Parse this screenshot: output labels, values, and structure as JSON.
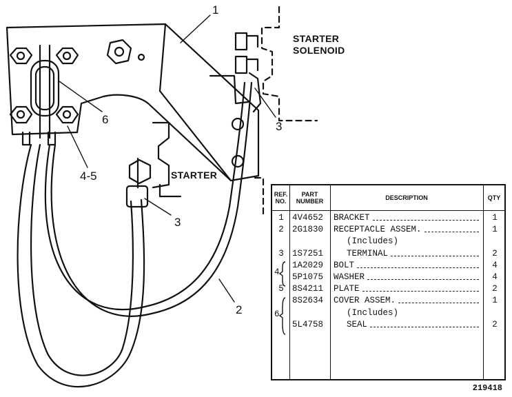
{
  "callouts": {
    "c1": "1",
    "c2": "2",
    "c3a": "3",
    "c3b": "3",
    "c45": "4-5",
    "c6": "6"
  },
  "components": {
    "starter_solenoid_line1": "STARTER",
    "starter_solenoid_line2": "SOLENOID",
    "starter": "STARTER"
  },
  "table": {
    "headers": {
      "ref_line1": "REF.",
      "ref_line2": "NO.",
      "part_line1": "PART",
      "part_line2": "NUMBER",
      "description": "DESCRIPTION",
      "qty": "QTY"
    },
    "rows": [
      {
        "ref": "1",
        "part": "4V4652",
        "desc": "BRACKET",
        "qty": "1",
        "indent": 0
      },
      {
        "ref": "2",
        "part": "2G1830",
        "desc": "RECEPTACLE ASSEM.",
        "qty": "1",
        "indent": 0
      },
      {
        "ref": "",
        "part": "",
        "desc": "(Includes)",
        "qty": "",
        "indent": 1
      },
      {
        "ref": "3",
        "part": "1S7251",
        "desc": "TERMINAL",
        "qty": "2",
        "indent": 1
      },
      {
        "ref": "",
        "part": "1A2029",
        "desc": "BOLT",
        "qty": "4",
        "indent": 0
      },
      {
        "ref": "",
        "part": "5P1075",
        "desc": "WASHER",
        "qty": "4",
        "indent": 0
      },
      {
        "ref": "5",
        "part": "8S4211",
        "desc": "PLATE",
        "qty": "2",
        "indent": 0
      },
      {
        "ref": "",
        "part": "8S2634",
        "desc": "COVER ASSEM.",
        "qty": "1",
        "indent": 0
      },
      {
        "ref": "",
        "part": "",
        "desc": "(Includes)",
        "qty": "",
        "indent": 1
      },
      {
        "ref": "",
        "part": "5L4758",
        "desc": "SEAL",
        "qty": "2",
        "indent": 1
      }
    ],
    "group_refs": {
      "bolt_washer": "4",
      "cover_seal": "6"
    }
  },
  "drawing_number": "219418"
}
